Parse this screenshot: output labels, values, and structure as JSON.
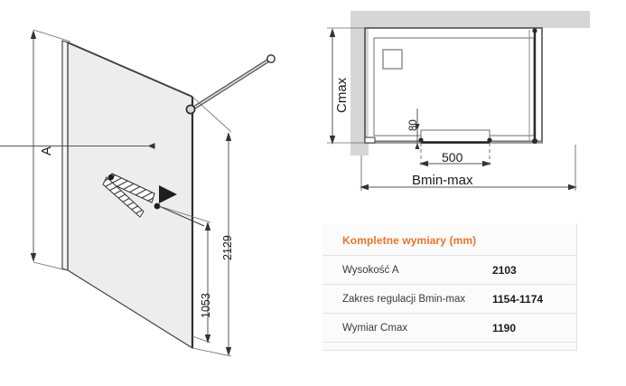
{
  "document": {
    "type": "technical-drawing",
    "product": "walk-in shower screen"
  },
  "elevation_view": {
    "name": "elevation",
    "labels": {
      "height_A": "A",
      "glass_height": "2129",
      "handle_height": "1053"
    }
  },
  "plan_view": {
    "name": "plan",
    "labels": {
      "depth_cmax": "Cmax",
      "offset_80": "80",
      "panel_500": "500",
      "width_bminmax": "Bmin-max"
    }
  },
  "spec_table": {
    "title": "Kompletne wymiary (mm)",
    "accent_color": "#e8762c",
    "background_color": "#fbfbfb",
    "border_color": "#e3e3e3",
    "rows": [
      {
        "label": "Wysokość A",
        "value": "2103"
      },
      {
        "label": "Zakres regulacji Bmin-max",
        "value": "1154-1174"
      },
      {
        "label": "Wymiar Cmax",
        "value": "1190"
      }
    ]
  },
  "colors": {
    "line": "#3a3a3a",
    "glass_fill": "#eeeeee",
    "wall_gray": "#d4d4d4",
    "dim_line": "#555555"
  }
}
